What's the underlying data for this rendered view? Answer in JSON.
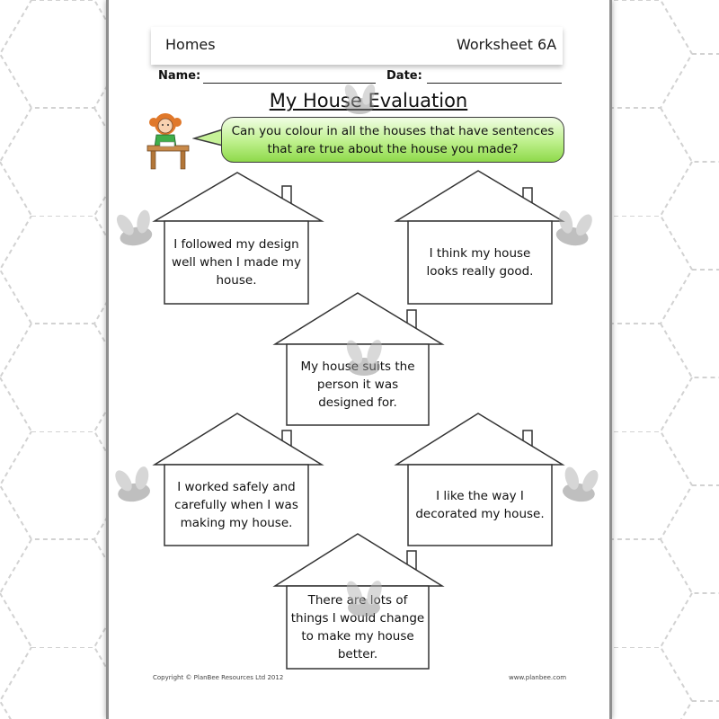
{
  "header": {
    "topic": "Homes",
    "worksheet": "Worksheet 6A"
  },
  "fields": {
    "name_label": "Name:",
    "date_label": "Date:"
  },
  "title": "My House Evaluation",
  "instruction": "Can you colour in all the houses that have sentences that are true about the house you made?",
  "houses": [
    "I followed my design well when I made my house.",
    "I think my house looks really good.",
    "My house suits the person it was designed for.",
    "I worked safely and carefully when I was making my house.",
    "I like the way I decorated my house.",
    "There are lots of things I would change to make my house better."
  ],
  "footer": {
    "copyright": "Copyright © PlanBee Resources Ltd 2012",
    "website": "www.planbee.com"
  },
  "icons": [
    "girl-at-desk-icon",
    "bee-watermark-icon"
  ],
  "colors": {
    "bubble_green": "#9be05a",
    "page_border": "#8f8f8f",
    "pattern": "#d2d2d2"
  }
}
